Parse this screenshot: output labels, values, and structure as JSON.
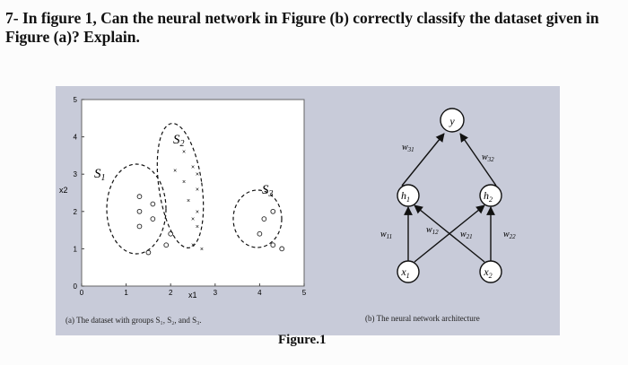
{
  "question": "7- In figure 1, Can the neural network in Figure (b) correctly classify the dataset given in Figure (a)? Explain.",
  "plot": {
    "xlabel": "x1",
    "ylabel": "x2",
    "xticks": [
      "0",
      "1",
      "2",
      "3",
      "4",
      "5"
    ],
    "yticks": [
      "0",
      "1",
      "2",
      "3",
      "4",
      "5"
    ],
    "groups": [
      {
        "label_main": "S",
        "label_sub": "1",
        "points": [
          [
            1.3,
            2.4
          ],
          [
            1.6,
            2.2
          ],
          [
            1.3,
            2.0
          ],
          [
            1.6,
            1.8
          ],
          [
            1.3,
            1.6
          ],
          [
            2.0,
            1.4
          ],
          [
            1.9,
            1.1
          ],
          [
            1.5,
            0.9
          ]
        ],
        "marker": "o"
      },
      {
        "label_main": "S",
        "label_sub": "2",
        "points": [
          [
            2.3,
            3.6
          ],
          [
            2.5,
            3.2
          ],
          [
            2.6,
            3.0
          ],
          [
            2.3,
            2.8
          ],
          [
            2.6,
            2.6
          ],
          [
            2.4,
            2.3
          ],
          [
            2.6,
            2.0
          ],
          [
            2.5,
            1.8
          ],
          [
            2.6,
            1.6
          ],
          [
            2.5,
            1.1
          ],
          [
            2.7,
            1.0
          ],
          [
            2.1,
            3.1
          ]
        ],
        "marker": "x"
      },
      {
        "label_main": "S",
        "label_sub": "3",
        "points": [
          [
            4.1,
            1.8
          ],
          [
            4.3,
            2.0
          ],
          [
            4.0,
            1.4
          ],
          [
            4.3,
            1.1
          ],
          [
            4.5,
            1.0
          ]
        ],
        "marker": "o"
      }
    ]
  },
  "network": {
    "nodes": {
      "y": "y",
      "h1": "h",
      "h1_sub": "1",
      "h2": "h",
      "h2_sub": "2",
      "x1": "x",
      "x1_sub": "1",
      "x2": "x",
      "x2_sub": "2"
    },
    "weights": {
      "w31": "w",
      "w31_sub": "31",
      "w32": "w",
      "w32_sub": "32",
      "w11": "w",
      "w11_sub": "11",
      "w12": "w",
      "w12_sub": "12",
      "w21": "w",
      "w21_sub": "21",
      "w22": "w",
      "w22_sub": "22"
    }
  },
  "captions": {
    "a": "(a) The dataset with groups S₁, S₂, and S₃.",
    "b": "(b) The neural network architecture"
  },
  "figure_title": "Figure.1"
}
